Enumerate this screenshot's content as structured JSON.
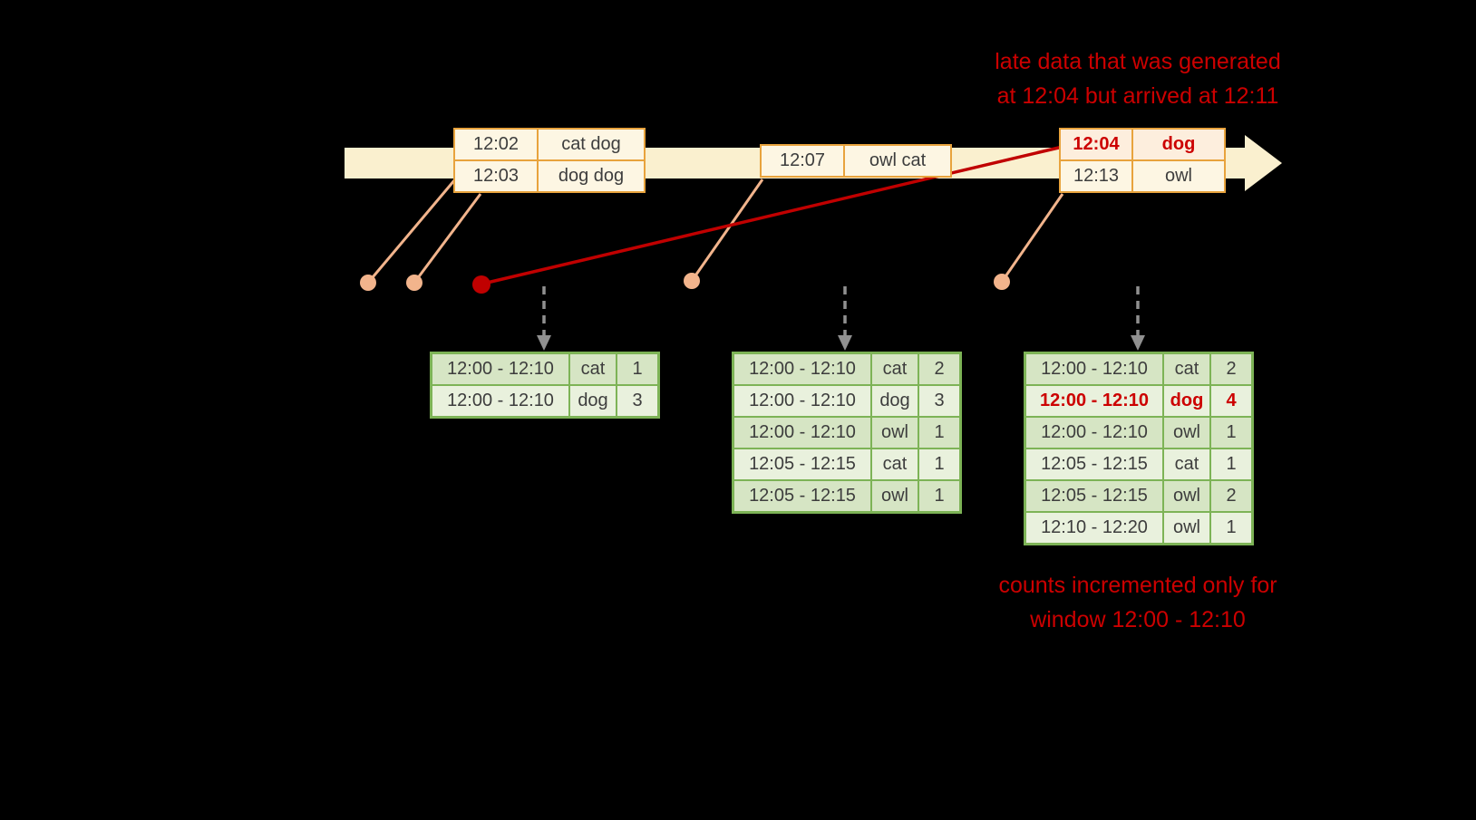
{
  "annotations": {
    "late_data_line1": "late data that was generated",
    "late_data_line2": "at 12:04 but arrived at 12:11",
    "counts_line1": "counts incremented only for",
    "counts_line2": "window 12:00 - 12:10"
  },
  "colors": {
    "background": "#000000",
    "timeline": "#faf0cf",
    "event_border": "#e8a33d",
    "event_bg": "#fdf6e3",
    "late_red": "#cc0000",
    "dot_peach": "#f2b48c",
    "result_border": "#7db356",
    "result_row_dark": "#d6e5c4",
    "result_row_light": "#e9f1dd",
    "trigger_arrow_gray": "#909090"
  },
  "event_tables": {
    "t1": {
      "rows": [
        {
          "time": "12:02",
          "words": "cat dog"
        },
        {
          "time": "12:03",
          "words": "dog dog"
        }
      ]
    },
    "t2": {
      "rows": [
        {
          "time": "12:07",
          "words": "owl cat"
        }
      ]
    },
    "t3": {
      "rows": [
        {
          "time": "12:04",
          "words": "dog"
        },
        {
          "time": "12:13",
          "words": "owl"
        }
      ]
    }
  },
  "result_tables": {
    "t1": {
      "rows": [
        {
          "window": "12:00 - 12:10",
          "word": "cat",
          "count": "1"
        },
        {
          "window": "12:00 - 12:10",
          "word": "dog",
          "count": "3"
        }
      ]
    },
    "t2": {
      "rows": [
        {
          "window": "12:00 - 12:10",
          "word": "cat",
          "count": "2"
        },
        {
          "window": "12:00 - 12:10",
          "word": "dog",
          "count": "3"
        },
        {
          "window": "12:00 - 12:10",
          "word": "owl",
          "count": "1"
        },
        {
          "window": "12:05 - 12:15",
          "word": "cat",
          "count": "1"
        },
        {
          "window": "12:05 - 12:15",
          "word": "owl",
          "count": "1"
        }
      ]
    },
    "t3": {
      "rows": [
        {
          "window": "12:00 - 12:10",
          "word": "cat",
          "count": "2"
        },
        {
          "window": "12:00 - 12:10",
          "word": "dog",
          "count": "4"
        },
        {
          "window": "12:00 - 12:10",
          "word": "owl",
          "count": "1"
        },
        {
          "window": "12:05 - 12:15",
          "word": "cat",
          "count": "1"
        },
        {
          "window": "12:05 - 12:15",
          "word": "owl",
          "count": "2"
        },
        {
          "window": "12:10 - 12:20",
          "word": "owl",
          "count": "1"
        }
      ]
    }
  }
}
